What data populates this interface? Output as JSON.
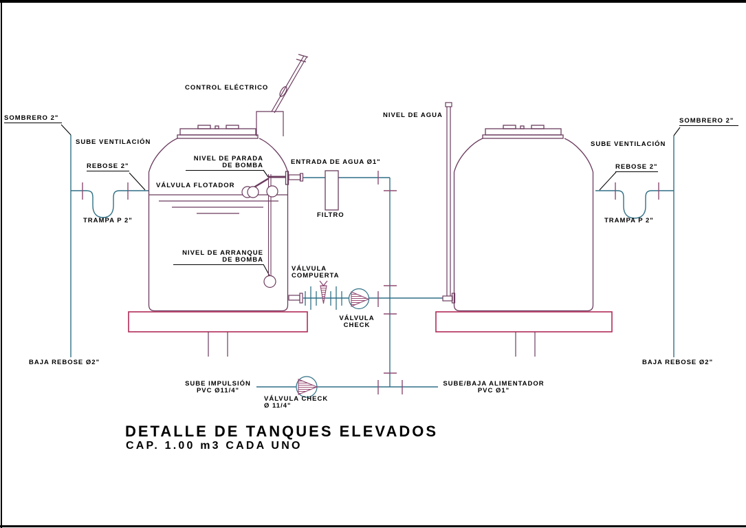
{
  "title_block": {
    "title": "DETALLE DE TANQUES ELEVADOS",
    "subtitle": "CAP. 1.00 m3 CADA UNO"
  },
  "labels": {
    "control_electrico": "CONTROL ELÉCTRICO",
    "nivel_de_agua": "NIVEL DE AGUA",
    "entrada_de_agua": "ENTRADA DE AGUA Ø1\"",
    "filtro": "FILTRO",
    "valvula_flotador": "VÁLVULA FLOTADOR",
    "nivel_parada_1": "NIVEL DE PARADA",
    "nivel_parada_2": "DE BOMBA",
    "nivel_arranque_1": "NIVEL DE ARRANQUE",
    "nivel_arranque_2": "DE BOMBA",
    "valvula_compuerta_1": "VÁLVULA",
    "valvula_compuerta_2": "COMPUERTA",
    "valvula_check_sup_1": "VÁLVULA",
    "valvula_check_sup_2": "CHECK",
    "sube_impulsion_1": "SUBE IMPULSIÓN",
    "sube_impulsion_2": "PVC Ø11/4\"",
    "valvula_check_inf_1": "VÁLVULA CHECK",
    "valvula_check_inf_2": "Ø 11/4\"",
    "sube_baja_alimentador_1": "SUBE/BAJA ALIMENTADOR",
    "sube_baja_alimentador_2": "PVC Ø1\"",
    "left": {
      "sombrero": "SOMBRERO 2\"",
      "sube_ventilacion": "SUBE VENTILACIÓN",
      "rebose": "REBOSE 2\"",
      "trampa": "TRAMPA P 2\"",
      "baja_rebose": "BAJA REBOSE Ø2\""
    },
    "right": {
      "sombrero": "SOMBRERO 2\"",
      "sube_ventilacion": "SUBE VENTILACIÓN",
      "rebose": "REBOSE 2\"",
      "trampa": "TRAMPA P 2\"",
      "baja_rebose": "BAJA REBOSE Ø2\""
    }
  },
  "colors": {
    "pipe_teal": "#2f6f85",
    "tank_outline": "#6b3b5e",
    "slab_crimson": "#b02a56",
    "fitting_mauve": "#8d4a72",
    "text": "#000000",
    "frame": "#000000",
    "background": "#ffffff"
  }
}
